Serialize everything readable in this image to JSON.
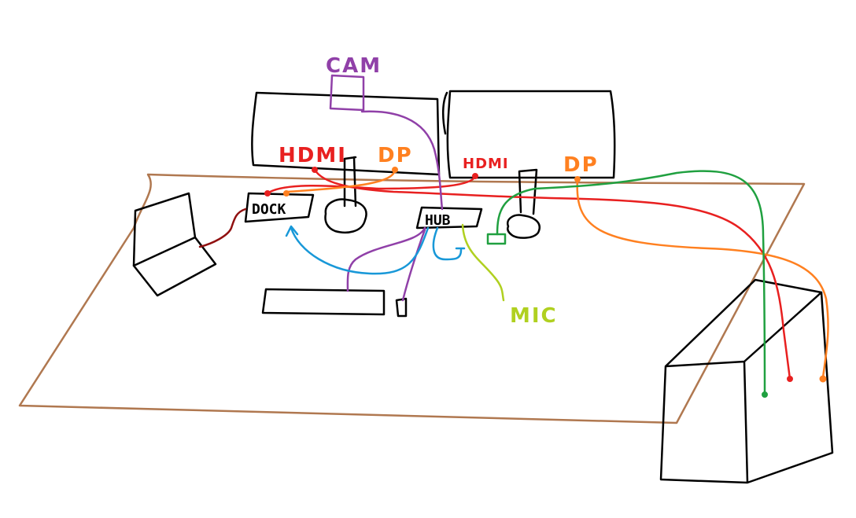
{
  "labels": {
    "cam": "CAM",
    "hdmi_left": "HDMI",
    "dp_left": "DP",
    "hdmi_right": "HDMI",
    "dp_right": "DP",
    "dock": "DOCK",
    "hub": "HUB",
    "mic": "MIC"
  },
  "colors": {
    "outline": "#000000",
    "desk": "#b07850",
    "hdmi": "#e82020",
    "dp": "#ff8020",
    "usb_cam": "#9040a8",
    "usb_blue": "#1898d8",
    "green": "#20a040",
    "mic": "#b0d020",
    "laptop_cable": "#901010"
  }
}
